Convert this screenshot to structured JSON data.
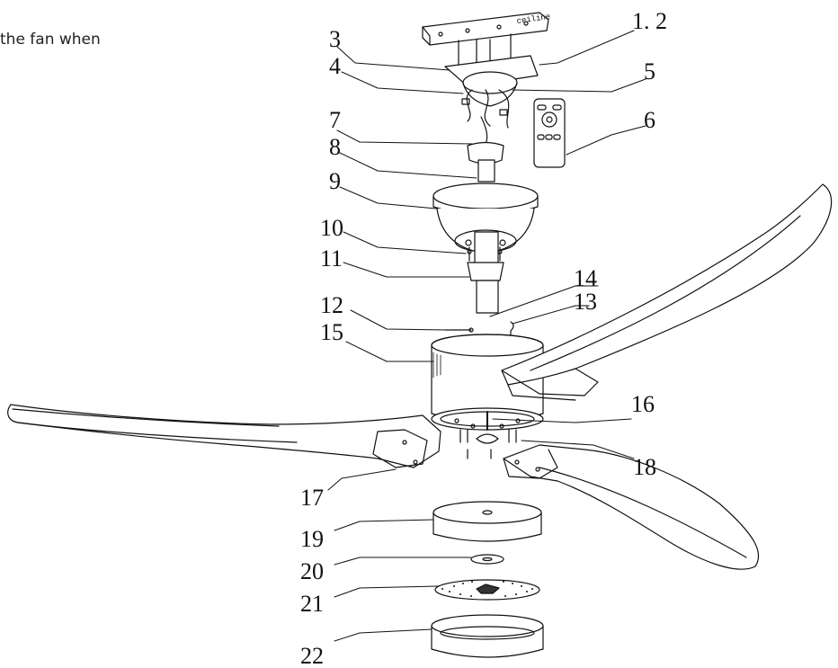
{
  "intro_text": "the fan when",
  "brand_text": "ceiline",
  "colors": {
    "line": "#111111",
    "background": "#ffffff",
    "text": "#111111"
  },
  "callouts": [
    {
      "id": "1-2",
      "label": "1. 2"
    },
    {
      "id": "3",
      "label": "3"
    },
    {
      "id": "4",
      "label": "4"
    },
    {
      "id": "5",
      "label": "5"
    },
    {
      "id": "6",
      "label": "6"
    },
    {
      "id": "7",
      "label": "7"
    },
    {
      "id": "8",
      "label": "8"
    },
    {
      "id": "9",
      "label": "9"
    },
    {
      "id": "10",
      "label": "10"
    },
    {
      "id": "11",
      "label": "11"
    },
    {
      "id": "12",
      "label": "12"
    },
    {
      "id": "13",
      "label": "13"
    },
    {
      "id": "14",
      "label": "14"
    },
    {
      "id": "15",
      "label": "15"
    },
    {
      "id": "16",
      "label": "16"
    },
    {
      "id": "17",
      "label": "17"
    },
    {
      "id": "18",
      "label": "18"
    },
    {
      "id": "19",
      "label": "19"
    },
    {
      "id": "20",
      "label": "20"
    },
    {
      "id": "21",
      "label": "21"
    },
    {
      "id": "22",
      "label": "22"
    }
  ]
}
